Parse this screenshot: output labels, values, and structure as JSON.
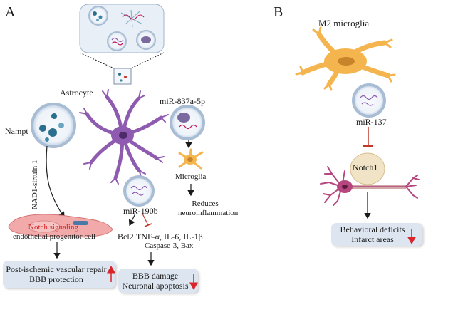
{
  "panels": {
    "a": "A",
    "b": "B"
  },
  "panel_a": {
    "astrocyte": "Astrocyte",
    "nampt": "Nampt",
    "nad_sirtuin": "NAD1-sirtuin 1",
    "notch_signaling": "Notch signaling",
    "endothelial": "endothelial progenitor cell",
    "mir_837": "miR-837a-5p",
    "microglia": "Microglia",
    "reduces_line1": "Reduces",
    "reduces_line2": "neuroinflammation",
    "mir_190b": "miR-190b",
    "bcl2": "Bcl2",
    "cytokines": "TNF-α, IL-6, IL-1β",
    "caspase": "Caspase-3, Bax",
    "box_left_line1": "Post-ischemic vascular repair",
    "box_left_line2": "BBB protection",
    "box_right_line1": "BBB damage",
    "box_right_line2": "Neuronal apoptosis"
  },
  "panel_b": {
    "title": "M2 microglia",
    "mir_137": "miR-137",
    "notch1": "Notch1",
    "box_line1": "Behavioral deficits",
    "box_line2": "Infarct areas"
  },
  "colors": {
    "astrocyte": "#8e5bb0",
    "microglia": "#f4b54e",
    "neuron": "#b5467f",
    "vesicle_ring": "#aabfd6",
    "box": "#dde6f0",
    "arrow_up_down": "#d8242a",
    "inhibit": "#c0392b"
  },
  "icons": [
    "exosome-vesicle",
    "astrocyte-cell",
    "microglia-cell",
    "neuron-cell",
    "endothelial-cell"
  ]
}
